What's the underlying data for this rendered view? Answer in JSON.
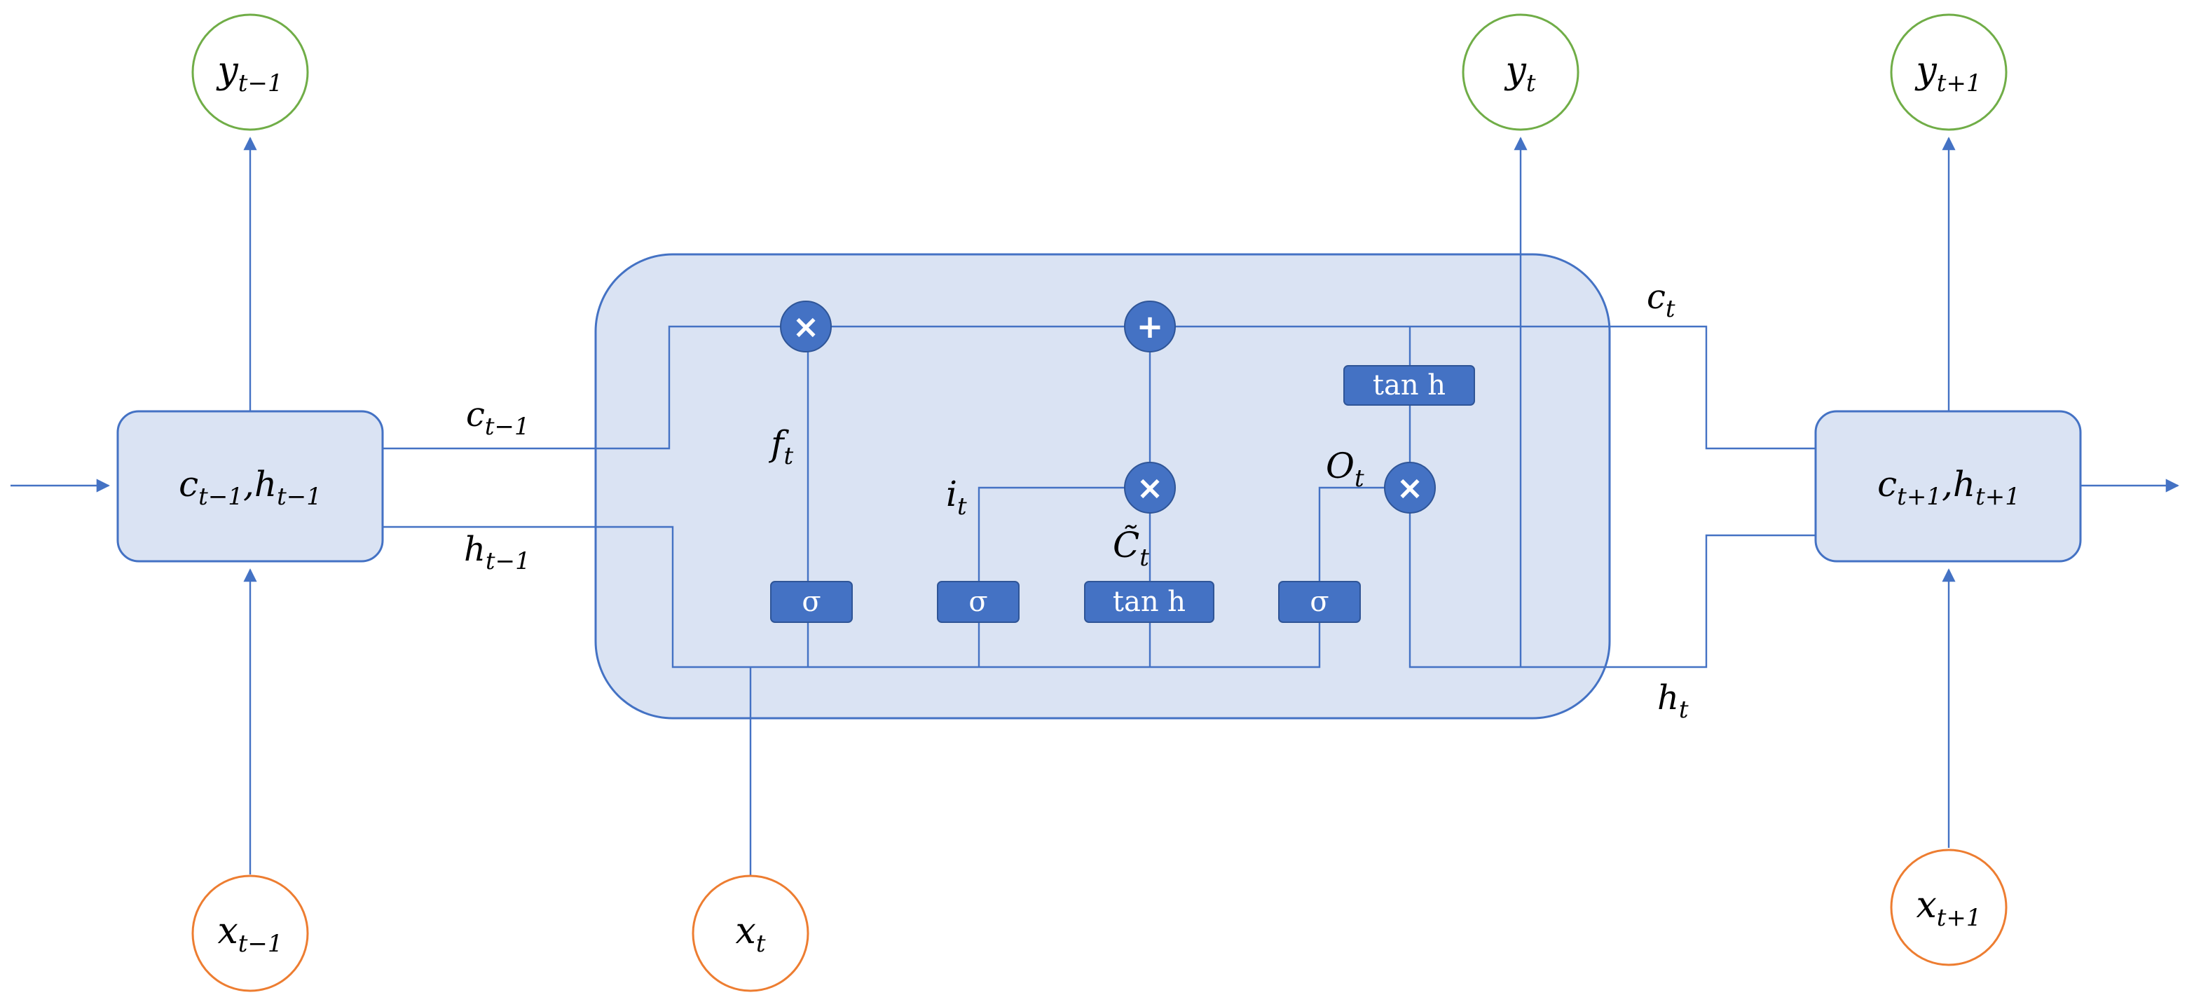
{
  "colors": {
    "wire": "#4472c4",
    "cell_fill": "#dae3f3",
    "gate_fill": "#4472c4",
    "output_circle": "#70ad47",
    "input_circle": "#ed7d31"
  },
  "nodes": {
    "y_prev": {
      "base": "y",
      "sub": "t−1"
    },
    "y_curr": {
      "base": "y",
      "sub": "t"
    },
    "y_next": {
      "base": "y",
      "sub": "t+1"
    },
    "x_prev": {
      "base": "x",
      "sub": "t−1"
    },
    "x_curr": {
      "base": "x",
      "sub": "t"
    },
    "x_next": {
      "base": "x",
      "sub": "t+1"
    }
  },
  "states": {
    "prev": {
      "c": "c",
      "c_sub": "t−1",
      "sep": ",",
      "h": "h",
      "h_sub": "t−1"
    },
    "next": {
      "c": "c",
      "c_sub": "t+1",
      "sep": ",",
      "h": "h",
      "h_sub": "t+1"
    }
  },
  "wire_labels": {
    "c_prev": {
      "base": "c",
      "sub": "t−1"
    },
    "h_prev": {
      "base": "h",
      "sub": "t−1"
    },
    "c_t": {
      "base": "c",
      "sub": "t"
    },
    "h_t": {
      "base": "h",
      "sub": "t"
    },
    "f_t": {
      "base": "f",
      "sub": "t"
    },
    "i_t": {
      "base": "i",
      "sub": "t"
    },
    "o_t": {
      "base": "O",
      "sub": "t"
    },
    "c_tilde": {
      "base": "C̃",
      "sub": "t"
    }
  },
  "gates": {
    "sigma_forget": "σ",
    "sigma_input": "σ",
    "tanh_candidate": "tan h",
    "sigma_output": "σ",
    "tanh_cell": "tan h"
  },
  "operators": {
    "forget_mul": "×",
    "cell_add": "+",
    "input_mul": "×",
    "output_mul": "×"
  }
}
